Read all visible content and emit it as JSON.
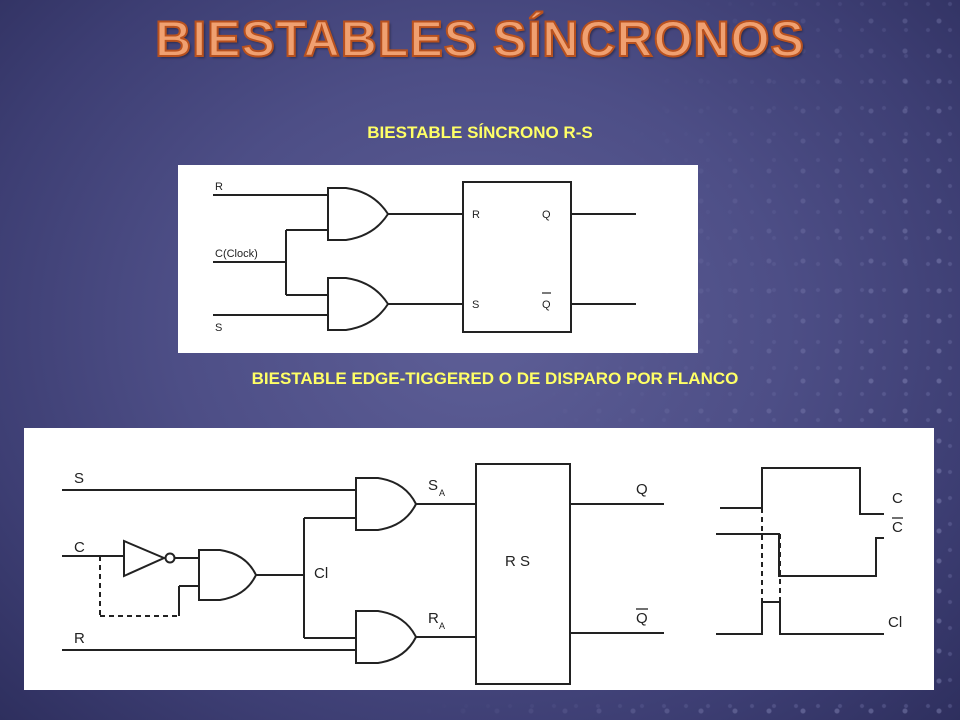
{
  "title": "BIESTABLES SÍNCRONOS",
  "section1": {
    "heading": "BIESTABLE SÍNCRONO R-S",
    "labels": {
      "r": "R",
      "clock": "C(Clock)",
      "s": "S",
      "ff_r": "R",
      "ff_s": "S",
      "ff_q": "Q",
      "ff_qbar": "Q"
    }
  },
  "section2": {
    "heading": "BIESTABLE EDGE-TIGGERED  O DE DISPARO POR FLANCO",
    "labels": {
      "s": "S",
      "c": "C",
      "r": "R",
      "cl": "Cl",
      "sa": "S",
      "sa_sub": "A",
      "ra": "R",
      "ra_sub": "A",
      "block": "R S",
      "q": "Q",
      "qbar": "Q"
    },
    "waveform_labels": {
      "c": "C",
      "cbar": "C",
      "cl": "Cl"
    }
  }
}
